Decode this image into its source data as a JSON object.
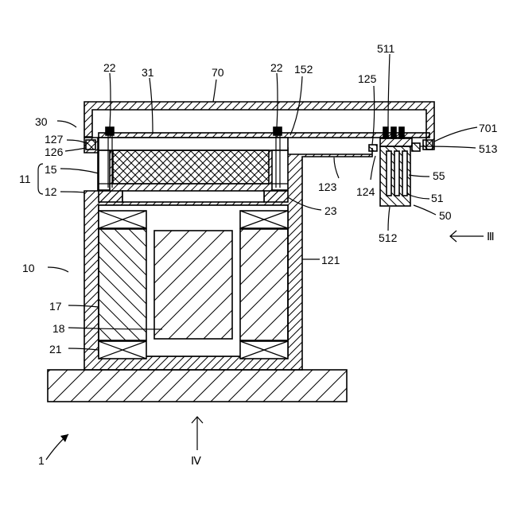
{
  "figure": {
    "labels": {
      "l22a": "22",
      "l31": "31",
      "l70": "70",
      "l22b": "22",
      "l152": "152",
      "l511": "511",
      "l125": "125",
      "l30": "30",
      "l127": "127",
      "l126": "126",
      "l15": "15",
      "l11": "11",
      "l12": "12",
      "l701": "701",
      "l513": "513",
      "l123": "123",
      "l124": "124",
      "l55": "55",
      "l51": "51",
      "l50": "50",
      "l512": "512",
      "l23": "23",
      "l10": "10",
      "l121": "121",
      "l17": "17",
      "l18": "18",
      "l21": "21",
      "l1": "1",
      "l3": "Ⅲ",
      "l4": "Ⅳ"
    }
  }
}
